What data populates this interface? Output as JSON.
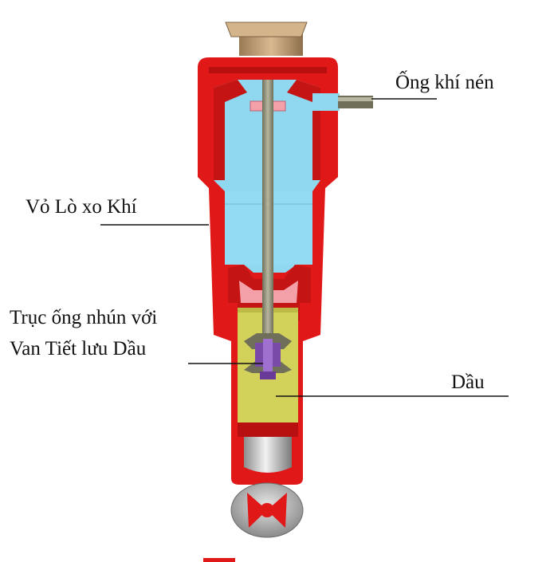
{
  "labels": {
    "air_tube": "Ống khí nén",
    "spring_housing": "Vỏ Lò xo Khí",
    "rod_line1": "Trục  ống nhún với",
    "rod_line2": "Van Tiết lưu Dầu",
    "oil": "Dầu"
  },
  "colors": {
    "housing": "#e01818",
    "air_chamber": "#8fd8f0",
    "oil": "#d2d15a",
    "rod": "#8a8a72",
    "valve": "#8a50b8",
    "cap": "#c2a07a"
  }
}
